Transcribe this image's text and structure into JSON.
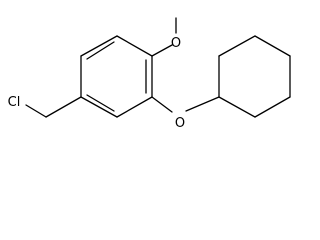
{
  "molecule": {
    "atoms": {
      "chlorine": "Cl",
      "ether_oxygen": "O",
      "methoxy_oxygen": "O"
    },
    "line_color": "#000000",
    "background_color": "#ffffff"
  }
}
